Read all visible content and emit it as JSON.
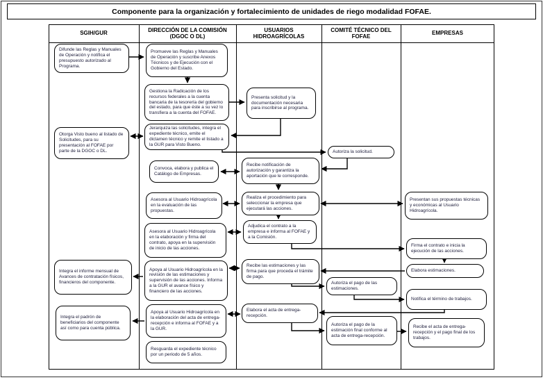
{
  "title": "Componente para la organización y fortalecimiento de unidades de riego modalidad FOFAE.",
  "columns": [
    "SGIH/GUR",
    "DIRECCIÓN DE LA COMISIÓN (DGOC O DL)",
    "USUARIOS HIDROAGRÍCOLAS",
    "COMITÉ TÉCNICO DEL FOFAE",
    "EMPRESAS"
  ],
  "boxes": {
    "a1": "Difunde las Reglas y Manuales de Operación y notifica el presupuesto autorizado al Programa.",
    "a2": "Otorga Visto bueno al listado de Solicitudes, para su presentación al FOFAE por parte de la DGOC o DL.",
    "a3": "Integra el informe mensual de Avances de contratación físicos, financieros del componente.",
    "a4": "Integra el padrón de beneficiarios del componente así como para cuenta pública.",
    "b1": "Promueve las Reglas y Manuales de Operación y suscribe Anexos Técnicos y de Ejecución con el Gobierno del Estado.",
    "b2": "Gestiona la Radicación de los recursos federales a la cuenta bancaria de la tesorería del gobierno del estado, para que éste a su vez lo transfiera a la cuenta del FOFAE.",
    "b3": "Jerarquiza las solicitudes, integra el expediente técnico, emite el dictamen técnico y remite el listado a la GUR para Visto Bueno.",
    "b4": "Convoca, elabora y publica el Catálogo de Empresas.",
    "b5": "Asesora al Usuario Hidroagrícola en la evaluación de las propuestas.",
    "b6": "Asesora al Usuario Hidroagrícola en la elaboración y firma del contrato, apoya en la supervisión de inicio de las acciones.",
    "b7": "Apoya al Usuario Hidroagrícola en la revisión de las estimaciones y supervisión de las acciones. Informa a la GUR el avance físico y financiero de las acciones.",
    "b8": "Apoya al Usuario Hidroagrícola en la elaboración del acta de entrega-recepción e informa al FOFAE y a la GUR.",
    "b9": "Resguarda el expediente técnico por un periodo de 5 años.",
    "c1": "Presenta solicitud y la documentación necesaria para inscribirse al programa.",
    "c2": "Recibe notificación de autorización y garantiza la aportación que le corresponde.",
    "c3": "Realiza el procedimiento para seleccionar la empresa que ejecutará las acciones.",
    "c4": "Adjudica el contrato a la empresa e informa al FOFAE y a la Comisión.",
    "c5": "Recibe las estimaciones y las firma para que proceda el trámite de pago.",
    "c6": "Elabora el acta de entrega-recepción.",
    "d1": "Autoriza la solicitud.",
    "d2": "Autoriza el pago de las estimaciones.",
    "d3": "Autoriza el pago de la estimación final conforme al acta de entrega-recepción.",
    "e1": "Presentan sus propuestas técnicas y económicas al Usuario Hidroagrícola.",
    "e2": "Firma el contrato e inicia la ejecución de las acciones.",
    "e3": "Elabora estimaciones.",
    "e4": "Notifica el término de trabajos.",
    "e5": "Recibe el acta de entrega-recepción y el pago final de los trabajos."
  },
  "colors": {
    "line": "#000000",
    "text": "#1c1c3a",
    "background": "#ffffff"
  }
}
